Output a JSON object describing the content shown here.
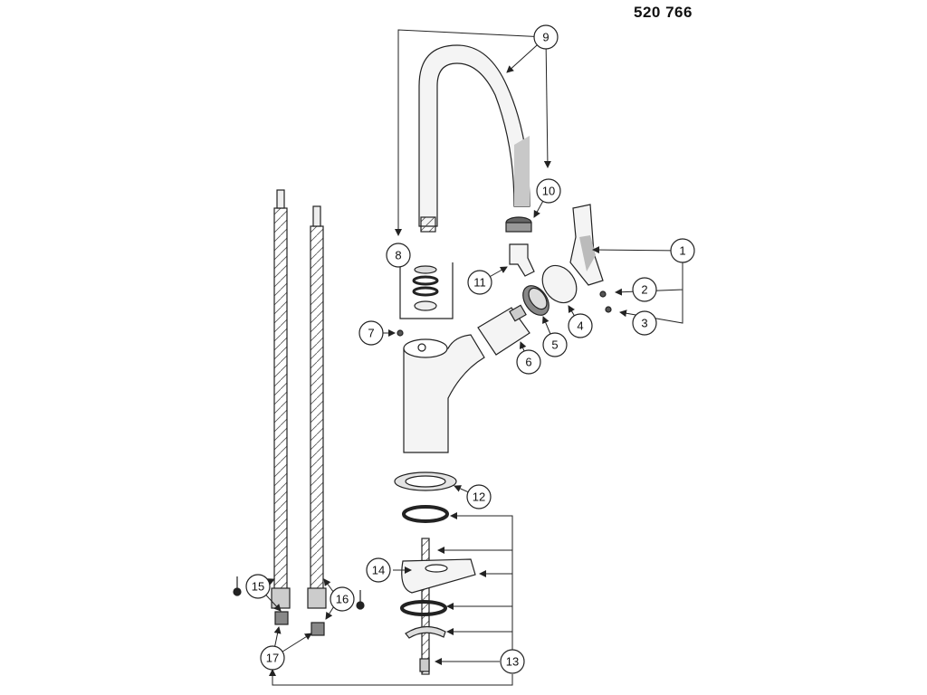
{
  "diagram": {
    "part_number": "520 766",
    "callouts": [
      "1",
      "2",
      "3",
      "4",
      "5",
      "6",
      "7",
      "8",
      "9",
      "10",
      "11",
      "12",
      "13",
      "14",
      "15",
      "16",
      "17"
    ]
  },
  "colors": {
    "stroke": "#222222",
    "part_fill": "#f4f4f4",
    "shade": "#c8c8c8",
    "background": "#ffffff"
  }
}
